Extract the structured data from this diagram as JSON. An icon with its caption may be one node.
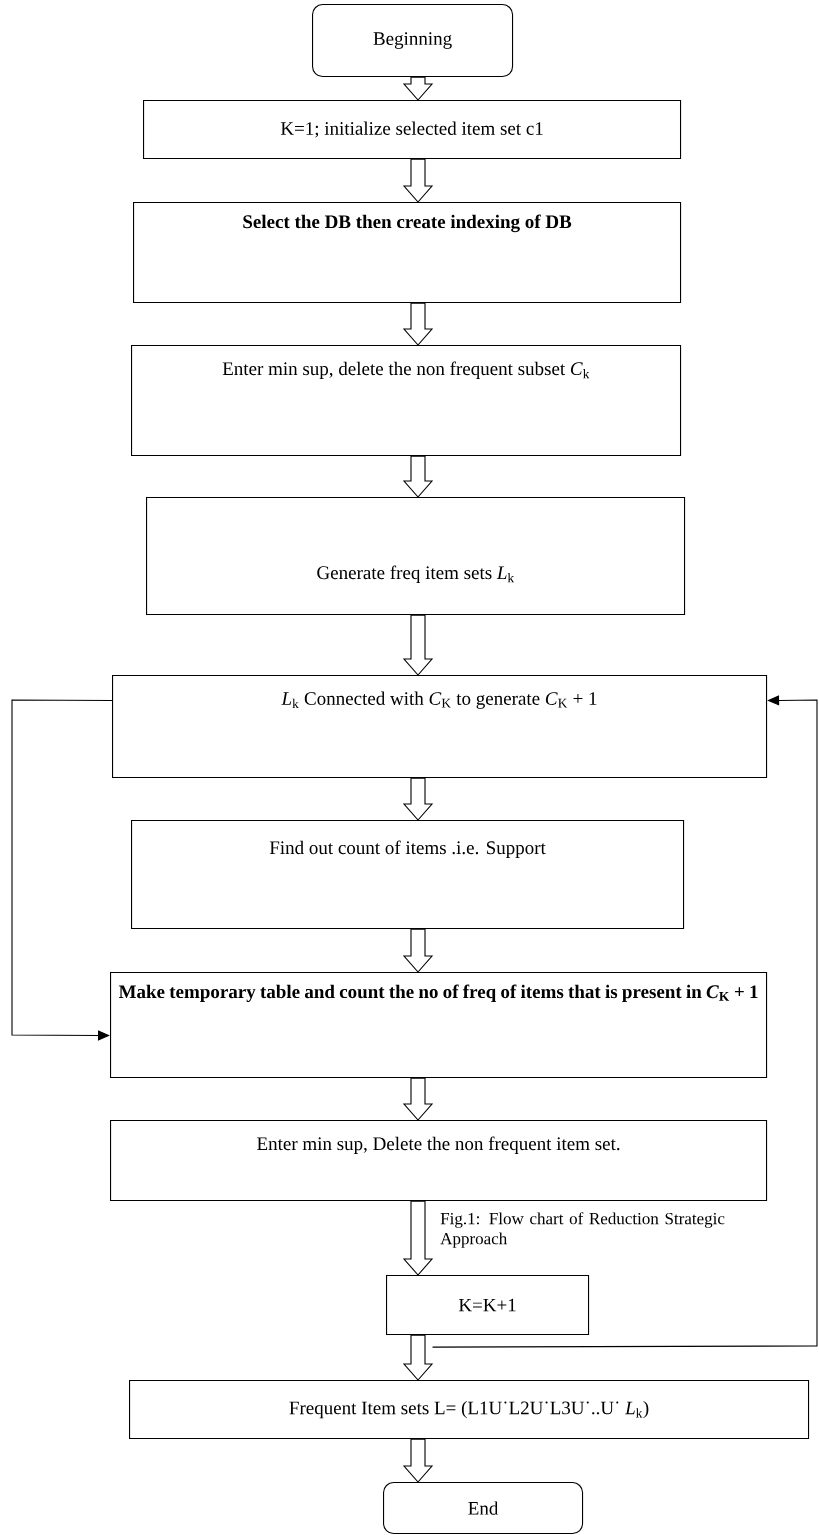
{
  "diagram": {
    "caption": "Fig.1: Flow chart of Reduction Strategic Approach",
    "nodes": [
      {
        "text": [
          "Beginning"
        ]
      },
      {
        "text": [
          "K=1; initialize selected item set c1"
        ]
      },
      {
        "text": [
          "Select the DB then create indexing of DB"
        ]
      },
      {
        "text": [
          "Enter min sup, delete the non frequent subset *C*$_{k}$"
        ]
      },
      {
        "text": [
          "Generate freq item sets *L*$_{k}$"
        ]
      },
      {
        "text": [
          "*L*$_{k}$ Connected with *C*$_{K}$ to generate *C*$_{K}$ + 1"
        ]
      },
      {
        "text": [
          "Find out count of items .i.e. Support"
        ]
      },
      {
        "text": [
          "Make temporary table and count the no of freq of items that is present in *C*$_{K}$ + 1"
        ]
      },
      {
        "text": [
          "Enter min sup, Delete the non frequent item set."
        ]
      },
      {
        "text": [
          "K=K+1"
        ]
      },
      {
        "text": [
          "Frequent Item sets L= (L1U˙L2U˙L3U˙..U˙ *L*$_{k}$)"
        ]
      },
      {
        "text": [
          "End"
        ]
      }
    ],
    "edges": [
      {
        "from": 0,
        "to": 1,
        "arrow": "to"
      },
      {
        "from": 1,
        "to": 2,
        "arrow": "to"
      },
      {
        "from": 2,
        "to": 3,
        "arrow": "to"
      },
      {
        "from": 3,
        "to": 4,
        "arrow": "to"
      },
      {
        "from": 4,
        "to": 5,
        "arrow": "to"
      },
      {
        "from": 5,
        "to": 6,
        "arrow": "to"
      },
      {
        "from": 6,
        "to": 7,
        "arrow": "to"
      },
      {
        "from": 7,
        "to": 8,
        "arrow": "to"
      },
      {
        "from": 8,
        "to": 9,
        "arrow": "to"
      },
      {
        "from": 9,
        "to": 10,
        "arrow": "to"
      },
      {
        "from": 10,
        "to": 11,
        "arrow": "to"
      },
      {
        "from": 5,
        "to": 7,
        "arrow": "to"
      },
      {
        "from": 9,
        "to": 5,
        "arrow": "to"
      }
    ]
  }
}
